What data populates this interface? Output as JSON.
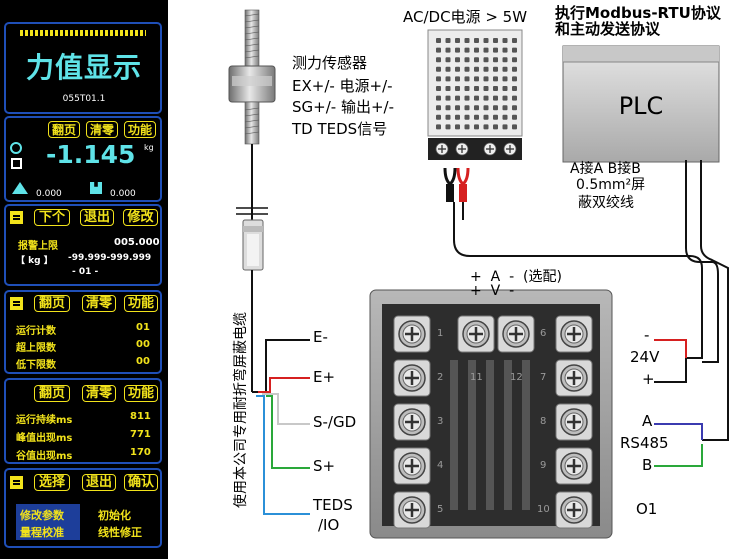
{
  "panel": {
    "title": "力值显示",
    "model": "055T01.1",
    "main_buttons": [
      "翻页",
      "清零",
      "功能"
    ],
    "value": "-1.145",
    "unit": "kg",
    "ind_left": "0.000",
    "ind_right": "0.000",
    "nav_buttons": [
      "下个",
      "退出",
      "修改"
    ],
    "alarm_label": "报警上限",
    "alarm_value": "005.000",
    "alarm_unit": "【 kg 】",
    "alarm_range": "-99.999-999.999",
    "alarm_page": "- 01 -",
    "counts_buttons": [
      "翻页",
      "清零",
      "功能"
    ],
    "counts": [
      {
        "label": "运行计数",
        "value": "01"
      },
      {
        "label": "超上限数",
        "value": "00"
      },
      {
        "label": "低下限数",
        "value": "00"
      }
    ],
    "time_buttons": [
      "翻页",
      "清零",
      "功能"
    ],
    "times": [
      {
        "label": "运行持续ms",
        "value": "811"
      },
      {
        "label": "峰值出现ms",
        "value": "771"
      },
      {
        "label": "谷值出现ms",
        "value": "170"
      }
    ],
    "menu_buttons": [
      "选择",
      "退出",
      "确认"
    ],
    "menu_items": [
      "修改参数",
      "初始化",
      "量程校准",
      "线性修正"
    ]
  },
  "sensor": {
    "title": "测力传感器",
    "lines": [
      "EX+/-  电源+/-",
      "SG+/-  输出+/-",
      "TD  TEDS信号"
    ],
    "cable_label": "使用本公司专用耐折弯屏蔽电缆"
  },
  "power": {
    "label": "AC/DC电源 > 5W"
  },
  "plc": {
    "title_line1": "执行Modbus-RTU协议",
    "title_line2": "和主动发送协议",
    "name": "PLC",
    "note_line1": "A接A  B接B",
    "note_line2": "0.5mm²屏",
    "note_line3": "蔽双绞线"
  },
  "controller": {
    "option_top": "+  A  -  (选配)",
    "option_bot": "+  V  -",
    "terminals_left": [
      "1",
      "2",
      "3",
      "4",
      "5"
    ],
    "terminals_right": [
      "6",
      "7",
      "8",
      "9",
      "10"
    ],
    "terminals_mid": [
      "11",
      "12"
    ]
  },
  "wires": {
    "e_minus": "E-",
    "e_plus": "E+",
    "s_minus": "S-/GD",
    "s_plus": "S+",
    "teds_1": "TEDS",
    "teds_2": "/IO",
    "pw_minus": "-",
    "pw_24v": "24V",
    "pw_plus": "+",
    "rs_a": "A",
    "rs_485": "RS485",
    "rs_b": "B",
    "o1": "O1"
  }
}
